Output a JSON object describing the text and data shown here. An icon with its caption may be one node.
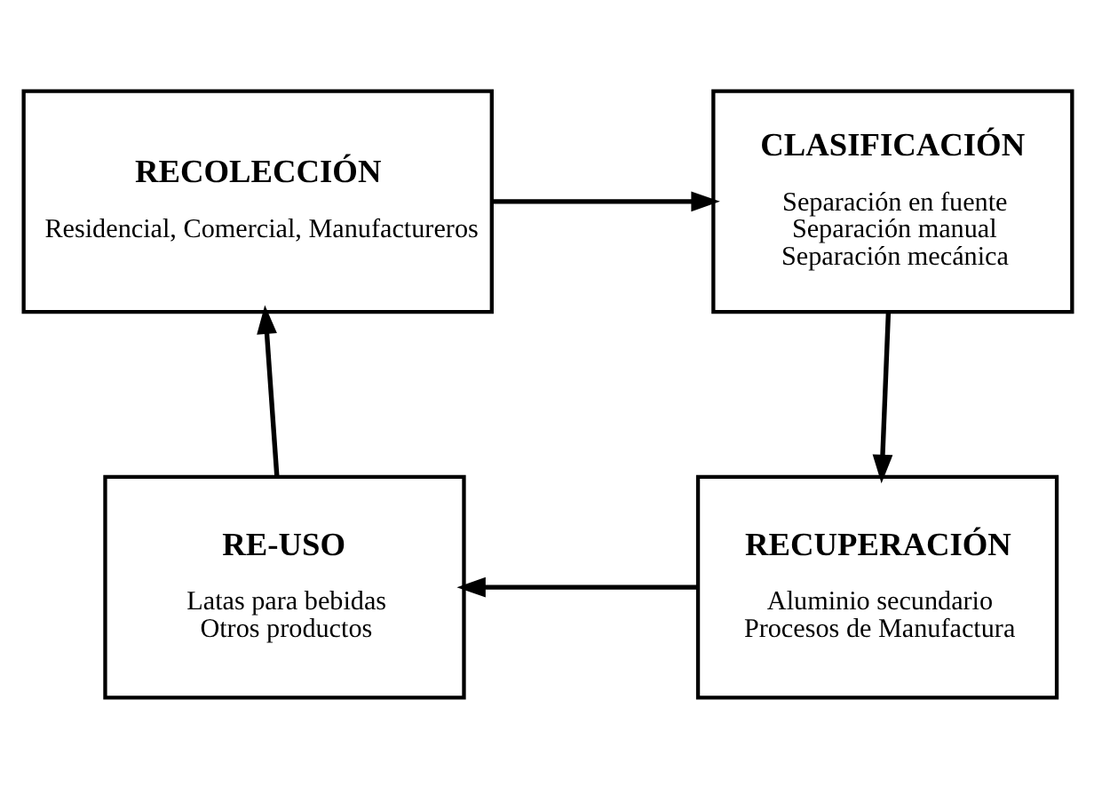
{
  "diagram": {
    "nodes": [
      {
        "text": [
          "RECOLECCIÓN",
          "Residencial, Comercial, Manufactureros"
        ]
      },
      {
        "text": [
          "CLASIFICACIÓN",
          "Separación en fuente",
          "Separación manual",
          "Separación mecánica"
        ]
      },
      {
        "text": [
          "RECUPERACIÓN",
          "Aluminio secundario",
          "Procesos de Manufactura"
        ]
      },
      {
        "text": [
          "RE-USO",
          "Latas para bebidas",
          "Otros productos"
        ]
      }
    ],
    "edges": [
      {
        "from": 0,
        "to": 1,
        "arrow": "to"
      },
      {
        "from": 1,
        "to": 2,
        "arrow": "to"
      },
      {
        "from": 2,
        "to": 3,
        "arrow": "to"
      },
      {
        "from": 3,
        "to": 0,
        "arrow": "to"
      }
    ]
  }
}
